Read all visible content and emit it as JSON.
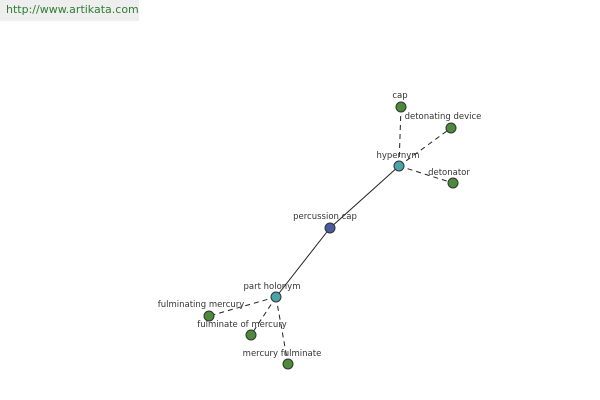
{
  "watermark": {
    "text": "http://www.artikata.com"
  },
  "graph": {
    "center": {
      "label": "percussion cap",
      "color": "#4a5aa0"
    },
    "relations": [
      {
        "label": "hypernym",
        "color": "#4aa3a8"
      },
      {
        "label": "part holonym",
        "color": "#4aa3a8"
      }
    ],
    "terms": [
      {
        "label": "cap",
        "relation": "hypernym",
        "color": "#4c8a3c"
      },
      {
        "label": "detonating device",
        "relation": "hypernym",
        "color": "#4c8a3c"
      },
      {
        "label": "detonator",
        "relation": "hypernym",
        "color": "#4c8a3c"
      },
      {
        "label": "fulminating mercury",
        "relation": "part holonym",
        "color": "#4c8a3c"
      },
      {
        "label": "fulminate of mercury",
        "relation": "part holonym",
        "color": "#4c8a3c"
      },
      {
        "label": "mercury fulminate",
        "relation": "part holonym",
        "color": "#4c8a3c"
      }
    ]
  }
}
